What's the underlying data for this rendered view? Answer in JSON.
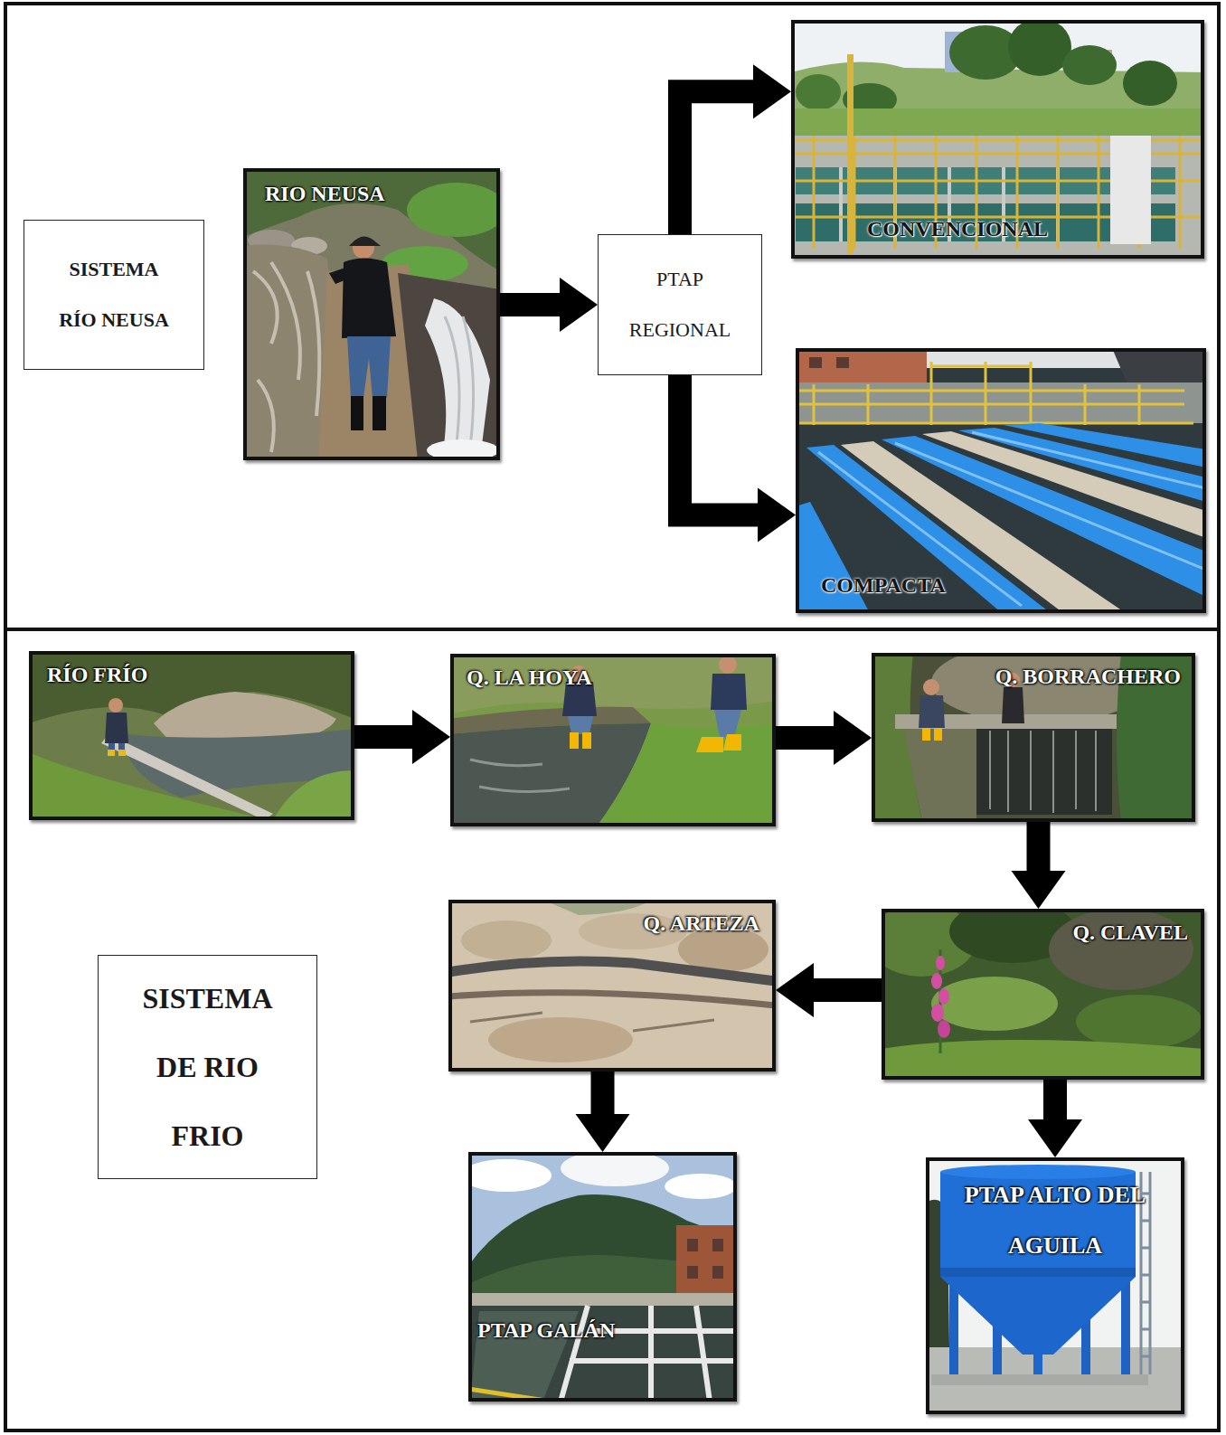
{
  "diagram": {
    "nodes": [
      {
        "text": [
          "SISTEMA RÍO NEUSA"
        ]
      },
      {
        "text": [
          "RIO NEUSA"
        ]
      },
      {
        "text": [
          "PTAP REGIONAL"
        ]
      },
      {
        "text": [
          "CONVENCIONAL"
        ]
      },
      {
        "text": [
          "COMPACTA"
        ]
      },
      {
        "text": [
          "RÍO FRÍO"
        ]
      },
      {
        "text": [
          "Q. LA HOYA"
        ]
      },
      {
        "text": [
          "Q. BORRACHERO"
        ]
      },
      {
        "text": [
          "Q. ARTEZA"
        ]
      },
      {
        "text": [
          "Q. CLAVEL"
        ]
      },
      {
        "text": [
          "SISTEMA DE RIO FRIO"
        ]
      },
      {
        "text": [
          "PTAP GALÁN"
        ]
      },
      {
        "text": [
          "PTAP ALTO DEL AGUILA"
        ]
      }
    ],
    "edges": [
      {
        "from": 1,
        "to": 2,
        "arrow": "to"
      },
      {
        "from": 2,
        "to": 3,
        "arrow": "to"
      },
      {
        "from": 2,
        "to": 4,
        "arrow": "to"
      },
      {
        "from": 5,
        "to": 6,
        "arrow": "to"
      },
      {
        "from": 6,
        "to": 7,
        "arrow": "to"
      },
      {
        "from": 7,
        "to": 9,
        "arrow": "to"
      },
      {
        "from": 9,
        "to": 8,
        "arrow": "to"
      },
      {
        "from": 8,
        "to": 11,
        "arrow": "to"
      },
      {
        "from": 9,
        "to": 12,
        "arrow": "to"
      }
    ]
  }
}
